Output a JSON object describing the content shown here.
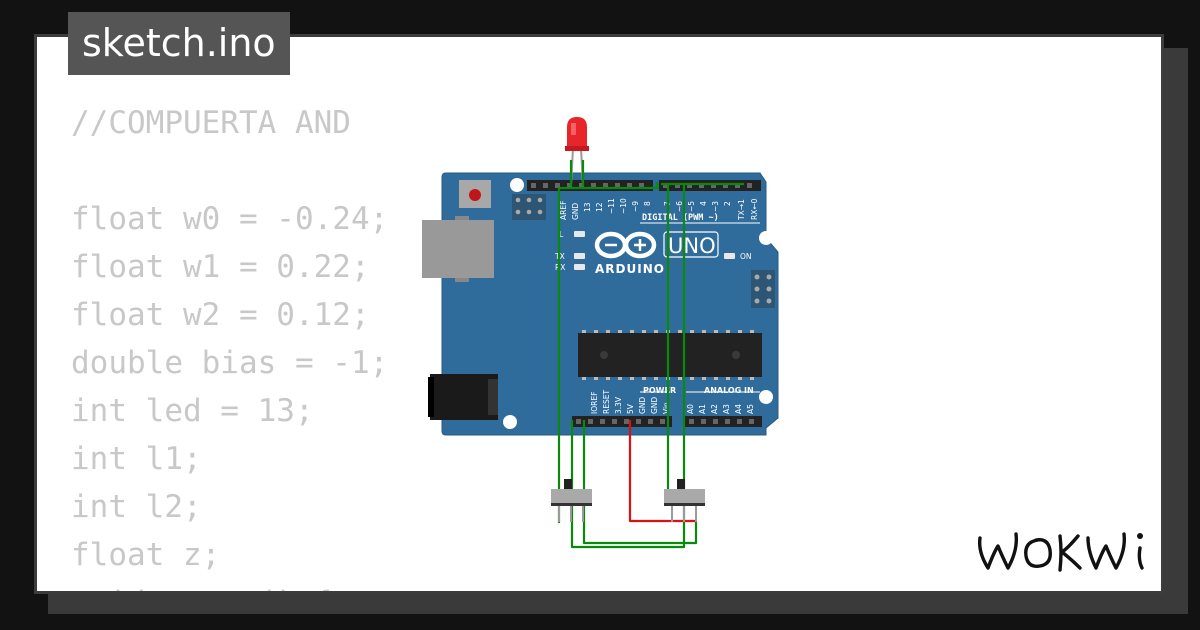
{
  "file": {
    "name": "sketch.ino"
  },
  "code": {
    "lines": [
      "//COMPUERTA AND",
      "",
      "float w0 = -0.24;",
      "float w1 = 0.22;",
      "float w2 = 0.12;",
      "double bias = -1;",
      "int led = 13;",
      "int l1;",
      "int l2;",
      "float z;",
      "void setup() {"
    ]
  },
  "board": {
    "brand": "ARDUINO",
    "model": "UNO",
    "on_label": "ON",
    "l_label": "L",
    "tx_label": "TX",
    "rx_label": "RX",
    "digital_header": "DIGITAL (PWM ~)",
    "power_header": "POWER",
    "analog_header": "ANALOG IN",
    "top_pins": [
      "AREF",
      "GND",
      "13",
      "12",
      "~11",
      "~10",
      "~9",
      "8",
      "7",
      "~6",
      "~5",
      "4",
      "~3",
      "2",
      "TX→1",
      "RX←0"
    ],
    "power_pins": [
      "IOREF",
      "RESET",
      "3.3V",
      "5V",
      "GND",
      "GND",
      "Vin"
    ],
    "analog_pins": [
      "A0",
      "A1",
      "A2",
      "A3",
      "A4",
      "A5"
    ]
  },
  "colors": {
    "board": "#2f6c9c",
    "wire_green": "#0a8a0a",
    "wire_red": "#dd1111",
    "led": "#e8252a"
  },
  "components": [
    "arduino-uno",
    "red-led",
    "slide-switch-1",
    "slide-switch-2"
  ],
  "brand_logo": "WOKWi"
}
